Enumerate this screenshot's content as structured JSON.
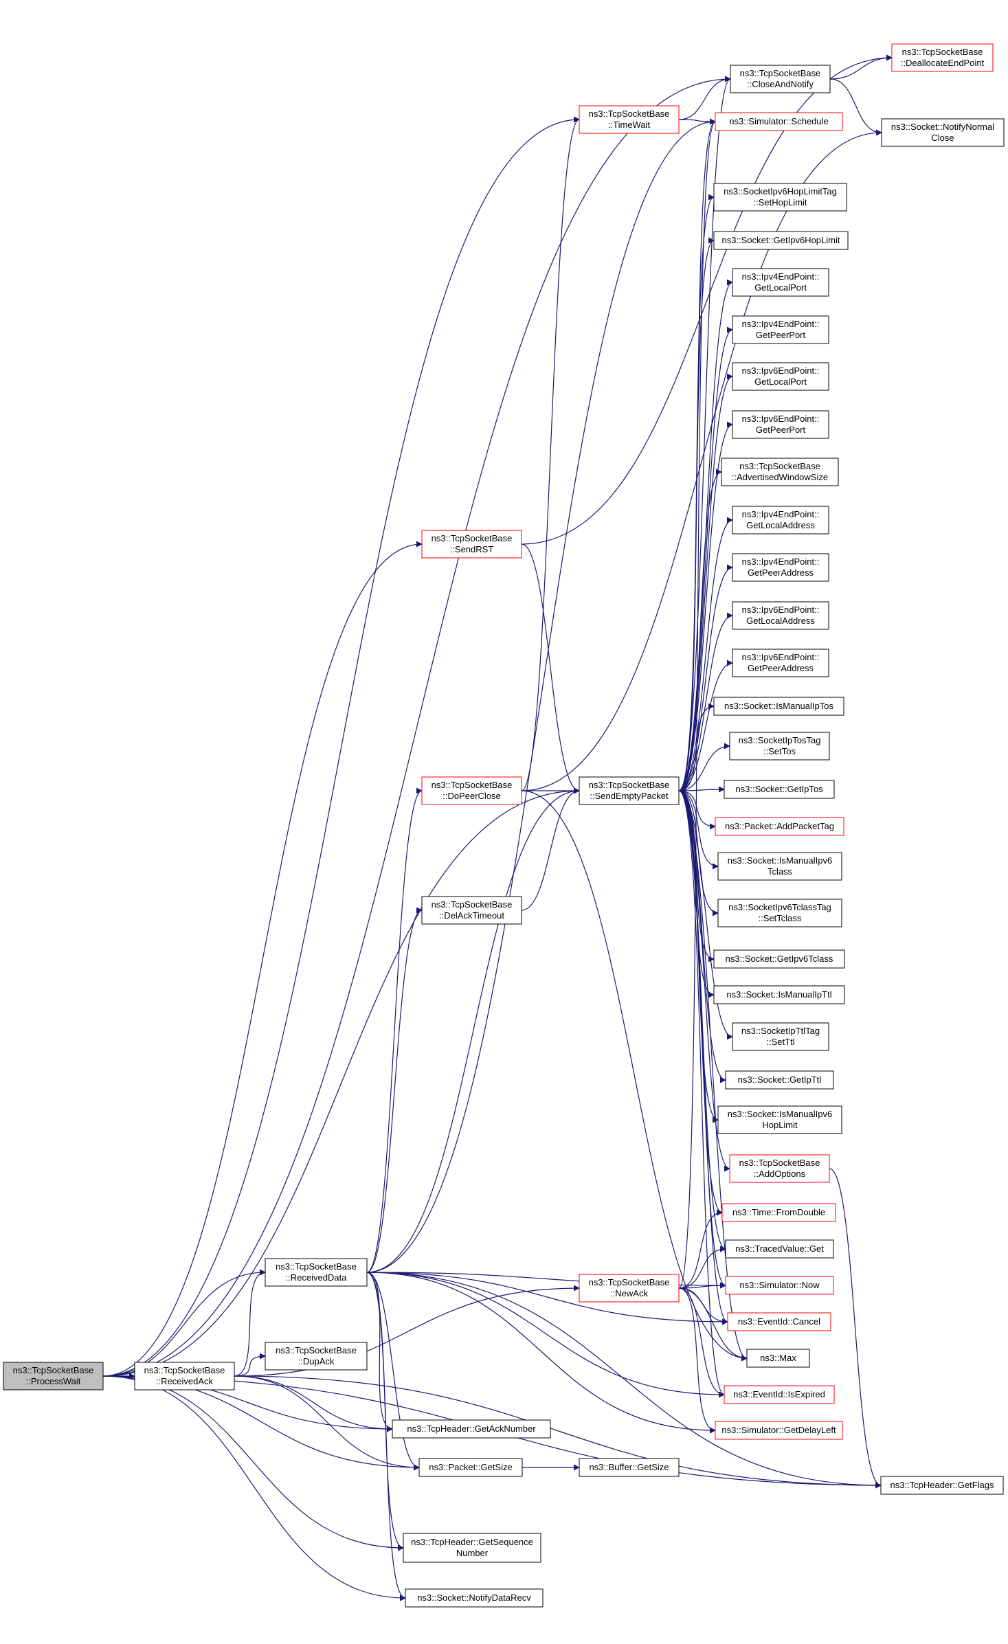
{
  "graph": {
    "colors": {
      "edge": "#191970",
      "border_normal": "#000000",
      "border_truncated": "#ff0000",
      "root_fill": "#bfbfbf",
      "fill": "#ffffff"
    },
    "nodes": [
      {
        "id": "process-wait",
        "lines": [
          "ns3::TcpSocketBase",
          "::ProcessWait"
        ],
        "root": true,
        "truncated": false
      },
      {
        "id": "received-ack",
        "lines": [
          "ns3::TcpSocketBase",
          "::ReceivedAck"
        ],
        "truncated": false
      },
      {
        "id": "received-data",
        "lines": [
          "ns3::TcpSocketBase",
          "::ReceivedData"
        ],
        "truncated": false
      },
      {
        "id": "dup-ack",
        "lines": [
          "ns3::TcpSocketBase",
          "::DupAck"
        ],
        "truncated": false
      },
      {
        "id": "send-rst",
        "lines": [
          "ns3::TcpSocketBase",
          "::SendRST"
        ],
        "truncated": true
      },
      {
        "id": "do-peer-close",
        "lines": [
          "ns3::TcpSocketBase",
          "::DoPeerClose"
        ],
        "truncated": true
      },
      {
        "id": "del-ack-timeout",
        "lines": [
          "ns3::TcpSocketBase",
          "::DelAckTimeout"
        ],
        "truncated": false
      },
      {
        "id": "time-wait",
        "lines": [
          "ns3::TcpSocketBase",
          "::TimeWait"
        ],
        "truncated": true
      },
      {
        "id": "send-empty-packet",
        "lines": [
          "ns3::TcpSocketBase",
          "::SendEmptyPacket"
        ],
        "truncated": false
      },
      {
        "id": "new-ack",
        "lines": [
          "ns3::TcpSocketBase",
          "::NewAck"
        ],
        "truncated": true
      },
      {
        "id": "get-ack-number",
        "lines": [
          "ns3::TcpHeader::GetAckNumber"
        ],
        "truncated": false
      },
      {
        "id": "packet-get-size",
        "lines": [
          "ns3::Packet::GetSize"
        ],
        "truncated": false
      },
      {
        "id": "get-sequence-number",
        "lines": [
          "ns3::TcpHeader::GetSequence",
          "Number"
        ],
        "truncated": false
      },
      {
        "id": "notify-data-recv",
        "lines": [
          "ns3::Socket::NotifyDataRecv"
        ],
        "truncated": false
      },
      {
        "id": "buffer-get-size",
        "lines": [
          "ns3::Buffer::GetSize"
        ],
        "truncated": false
      },
      {
        "id": "close-and-notify",
        "lines": [
          "ns3::TcpSocketBase",
          "::CloseAndNotify"
        ],
        "truncated": false
      },
      {
        "id": "simulator-schedule",
        "lines": [
          "ns3::Simulator::Schedule"
        ],
        "truncated": true
      },
      {
        "id": "hoplimit-set",
        "lines": [
          "ns3::SocketIpv6HopLimitTag",
          "::SetHopLimit"
        ],
        "truncated": false
      },
      {
        "id": "get-ipv6-hoplimit",
        "lines": [
          "ns3::Socket::GetIpv6HopLimit"
        ],
        "truncated": false
      },
      {
        "id": "ipv4-local-port",
        "lines": [
          "ns3::Ipv4EndPoint::",
          "GetLocalPort"
        ],
        "truncated": false
      },
      {
        "id": "ipv4-peer-port",
        "lines": [
          "ns3::Ipv4EndPoint::",
          "GetPeerPort"
        ],
        "truncated": false
      },
      {
        "id": "ipv6-local-port",
        "lines": [
          "ns3::Ipv6EndPoint::",
          "GetLocalPort"
        ],
        "truncated": false
      },
      {
        "id": "ipv6-peer-port",
        "lines": [
          "ns3::Ipv6EndPoint::",
          "GetPeerPort"
        ],
        "truncated": false
      },
      {
        "id": "advertised-window",
        "lines": [
          "ns3::TcpSocketBase",
          "::AdvertisedWindowSize"
        ],
        "truncated": false
      },
      {
        "id": "ipv4-local-address",
        "lines": [
          "ns3::Ipv4EndPoint::",
          "GetLocalAddress"
        ],
        "truncated": false
      },
      {
        "id": "ipv4-peer-address",
        "lines": [
          "ns3::Ipv4EndPoint::",
          "GetPeerAddress"
        ],
        "truncated": false
      },
      {
        "id": "ipv6-local-address",
        "lines": [
          "ns3::Ipv6EndPoint::",
          "GetLocalAddress"
        ],
        "truncated": false
      },
      {
        "id": "ipv6-peer-address",
        "lines": [
          "ns3::Ipv6EndPoint::",
          "GetPeerAddress"
        ],
        "truncated": false
      },
      {
        "id": "is-manual-iptos",
        "lines": [
          "ns3::Socket::IsManualIpTos"
        ],
        "truncated": false
      },
      {
        "id": "iptostag-settos",
        "lines": [
          "ns3::SocketIpTosTag",
          "::SetTos"
        ],
        "truncated": false
      },
      {
        "id": "get-iptos",
        "lines": [
          "ns3::Socket::GetIpTos"
        ],
        "truncated": false
      },
      {
        "id": "add-packet-tag",
        "lines": [
          "ns3::Packet::AddPacketTag"
        ],
        "truncated": true
      },
      {
        "id": "is-manual-ipv6-tclass",
        "lines": [
          "ns3::Socket::IsManualIpv6",
          "Tclass"
        ],
        "truncated": false
      },
      {
        "id": "tclasstag-settclass",
        "lines": [
          "ns3::SocketIpv6TclassTag",
          "::SetTclass"
        ],
        "truncated": false
      },
      {
        "id": "get-ipv6-tclass",
        "lines": [
          "ns3::Socket::GetIpv6Tclass"
        ],
        "truncated": false
      },
      {
        "id": "is-manual-ipttl",
        "lines": [
          "ns3::Socket::IsManualIpTtl"
        ],
        "truncated": false
      },
      {
        "id": "ipttltag-setttl",
        "lines": [
          "ns3::SocketIpTtlTag",
          "::SetTtl"
        ],
        "truncated": false
      },
      {
        "id": "get-ipttl",
        "lines": [
          "ns3::Socket::GetIpTtl"
        ],
        "truncated": false
      },
      {
        "id": "is-manual-ipv6-hoplimit",
        "lines": [
          "ns3::Socket::IsManualIpv6",
          "HopLimit"
        ],
        "truncated": false
      },
      {
        "id": "add-options",
        "lines": [
          "ns3::TcpSocketBase",
          "::AddOptions"
        ],
        "truncated": true
      },
      {
        "id": "time-from-double",
        "lines": [
          "ns3::Time::FromDouble"
        ],
        "truncated": true
      },
      {
        "id": "traced-value-get",
        "lines": [
          "ns3::TracedValue::Get"
        ],
        "truncated": false
      },
      {
        "id": "simulator-now",
        "lines": [
          "ns3::Simulator::Now"
        ],
        "truncated": true
      },
      {
        "id": "eventid-cancel",
        "lines": [
          "ns3::EventId::Cancel"
        ],
        "truncated": true
      },
      {
        "id": "ns3-max",
        "lines": [
          "ns3::Max"
        ],
        "truncated": false
      },
      {
        "id": "eventid-is-expired",
        "lines": [
          "ns3::EventId::IsExpired"
        ],
        "truncated": true
      },
      {
        "id": "get-delay-left",
        "lines": [
          "ns3::Simulator::GetDelayLeft"
        ],
        "truncated": true
      },
      {
        "id": "tcpheader-get-flags",
        "lines": [
          "ns3::TcpHeader::GetFlags"
        ],
        "truncated": false
      },
      {
        "id": "deallocate-endpoint",
        "lines": [
          "ns3::TcpSocketBase",
          "::DeallocateEndPoint"
        ],
        "truncated": true
      },
      {
        "id": "notify-normal-close",
        "lines": [
          "ns3::Socket::NotifyNormal",
          "Close"
        ],
        "truncated": false
      }
    ],
    "edges": [
      [
        "process-wait",
        "received-ack"
      ],
      [
        "process-wait",
        "received-data"
      ],
      [
        "process-wait",
        "send-rst"
      ],
      [
        "process-wait",
        "time-wait"
      ],
      [
        "process-wait",
        "close-and-notify"
      ],
      [
        "process-wait",
        "send-empty-packet"
      ],
      [
        "process-wait",
        "get-ack-number"
      ],
      [
        "process-wait",
        "packet-get-size"
      ],
      [
        "process-wait",
        "get-sequence-number"
      ],
      [
        "process-wait",
        "notify-data-recv"
      ],
      [
        "process-wait",
        "tcpheader-get-flags"
      ],
      [
        "received-ack",
        "received-data"
      ],
      [
        "received-ack",
        "dup-ack"
      ],
      [
        "received-ack",
        "new-ack"
      ],
      [
        "received-ack",
        "get-ack-number"
      ],
      [
        "received-ack",
        "packet-get-size"
      ],
      [
        "received-ack",
        "tcpheader-get-flags"
      ],
      [
        "received-data",
        "do-peer-close"
      ],
      [
        "received-data",
        "del-ack-timeout"
      ],
      [
        "received-data",
        "send-empty-packet"
      ],
      [
        "received-data",
        "simulator-schedule"
      ],
      [
        "received-data",
        "simulator-now"
      ],
      [
        "received-data",
        "eventid-cancel"
      ],
      [
        "received-data",
        "eventid-is-expired"
      ],
      [
        "received-data",
        "get-delay-left"
      ],
      [
        "received-data",
        "get-ack-number"
      ],
      [
        "received-data",
        "packet-get-size"
      ],
      [
        "received-data",
        "get-sequence-number"
      ],
      [
        "received-data",
        "notify-data-recv"
      ],
      [
        "received-data",
        "tcpheader-get-flags"
      ],
      [
        "send-rst",
        "send-empty-packet"
      ],
      [
        "send-rst",
        "deallocate-endpoint"
      ],
      [
        "do-peer-close",
        "send-empty-packet"
      ],
      [
        "do-peer-close",
        "time-wait"
      ],
      [
        "do-peer-close",
        "notify-normal-close"
      ],
      [
        "do-peer-close",
        "ns3-max"
      ],
      [
        "del-ack-timeout",
        "send-empty-packet"
      ],
      [
        "time-wait",
        "close-and-notify"
      ],
      [
        "time-wait",
        "simulator-schedule"
      ],
      [
        "close-and-notify",
        "deallocate-endpoint"
      ],
      [
        "close-and-notify",
        "notify-normal-close"
      ],
      [
        "new-ack",
        "time-from-double"
      ],
      [
        "new-ack",
        "traced-value-get"
      ],
      [
        "new-ack",
        "simulator-now"
      ],
      [
        "new-ack",
        "eventid-cancel"
      ],
      [
        "new-ack",
        "ns3-max"
      ],
      [
        "new-ack",
        "eventid-is-expired"
      ],
      [
        "new-ack",
        "get-delay-left"
      ],
      [
        "new-ack",
        "simulator-schedule"
      ],
      [
        "packet-get-size",
        "buffer-get-size"
      ],
      [
        "send-empty-packet",
        "close-and-notify"
      ],
      [
        "send-empty-packet",
        "simulator-schedule"
      ],
      [
        "send-empty-packet",
        "hoplimit-set"
      ],
      [
        "send-empty-packet",
        "get-ipv6-hoplimit"
      ],
      [
        "send-empty-packet",
        "ipv4-local-port"
      ],
      [
        "send-empty-packet",
        "ipv4-peer-port"
      ],
      [
        "send-empty-packet",
        "ipv6-local-port"
      ],
      [
        "send-empty-packet",
        "ipv6-peer-port"
      ],
      [
        "send-empty-packet",
        "advertised-window"
      ],
      [
        "send-empty-packet",
        "ipv4-local-address"
      ],
      [
        "send-empty-packet",
        "ipv4-peer-address"
      ],
      [
        "send-empty-packet",
        "ipv6-local-address"
      ],
      [
        "send-empty-packet",
        "ipv6-peer-address"
      ],
      [
        "send-empty-packet",
        "is-manual-iptos"
      ],
      [
        "send-empty-packet",
        "iptostag-settos"
      ],
      [
        "send-empty-packet",
        "get-iptos"
      ],
      [
        "send-empty-packet",
        "add-packet-tag"
      ],
      [
        "send-empty-packet",
        "is-manual-ipv6-tclass"
      ],
      [
        "send-empty-packet",
        "tclasstag-settclass"
      ],
      [
        "send-empty-packet",
        "get-ipv6-tclass"
      ],
      [
        "send-empty-packet",
        "is-manual-ipttl"
      ],
      [
        "send-empty-packet",
        "ipttltag-setttl"
      ],
      [
        "send-empty-packet",
        "get-ipttl"
      ],
      [
        "send-empty-packet",
        "is-manual-ipv6-hoplimit"
      ],
      [
        "send-empty-packet",
        "add-options"
      ],
      [
        "send-empty-packet",
        "time-from-double"
      ],
      [
        "send-empty-packet",
        "traced-value-get"
      ],
      [
        "send-empty-packet",
        "simulator-now"
      ],
      [
        "send-empty-packet",
        "eventid-cancel"
      ],
      [
        "send-empty-packet",
        "ns3-max"
      ],
      [
        "send-empty-packet",
        "eventid-is-expired"
      ],
      [
        "add-options",
        "tcpheader-get-flags"
      ]
    ]
  }
}
